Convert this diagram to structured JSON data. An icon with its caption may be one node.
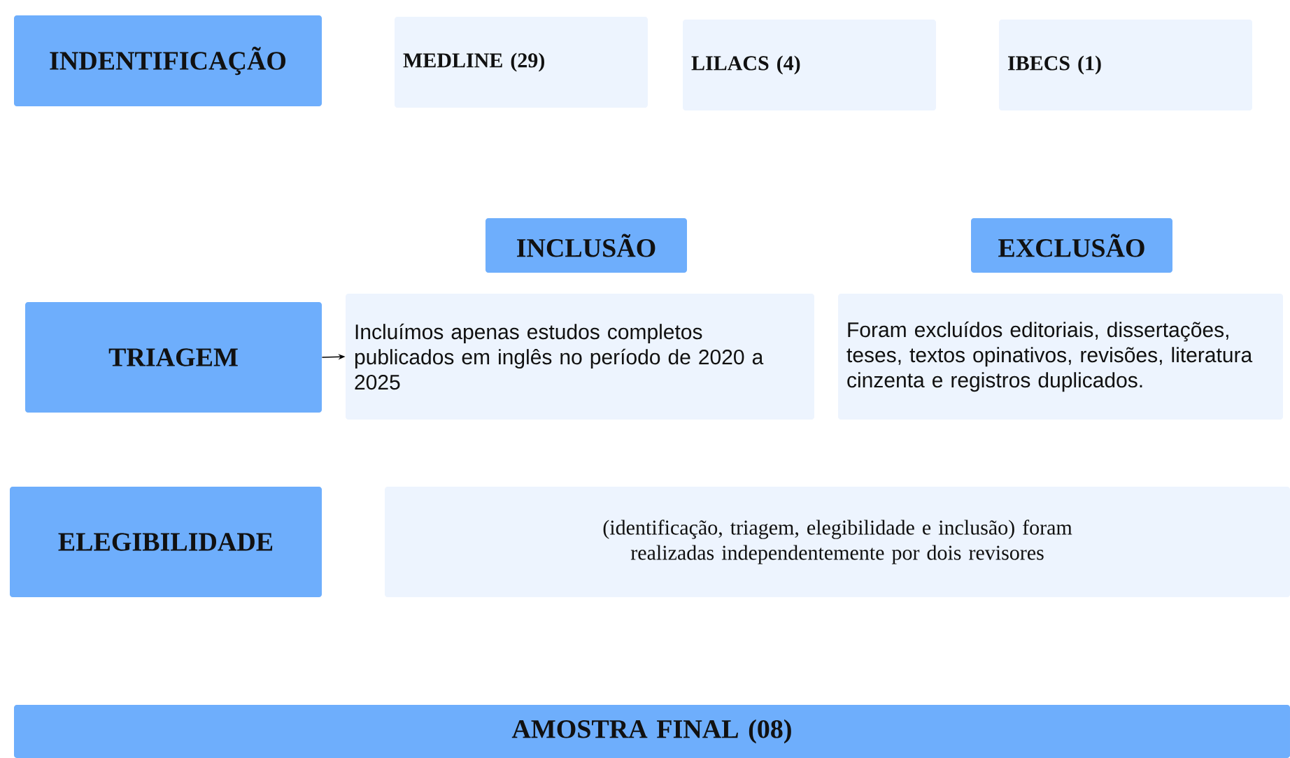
{
  "diagram": {
    "nodes": [
      {
        "text": [
          "INDENTIFICAÇÃO"
        ]
      },
      {
        "text": [
          "MEDLINE (29)"
        ]
      },
      {
        "text": [
          "LILACS (4)"
        ]
      },
      {
        "text": [
          "IBECS (1)"
        ]
      },
      {
        "text": [
          "INCLUSÃO"
        ]
      },
      {
        "text": [
          "EXCLUSÃO"
        ]
      },
      {
        "text": [
          "TRIAGEM"
        ]
      },
      {
        "text": [
          "Incluímos apenas estudos completos publicados em  inglês no período de 2020 a 2025"
        ]
      },
      {
        "text": [
          "Foram excluídos editoriais, dissertações, teses, textos opinativos, revisões, literatura cinzenta e registros duplicados."
        ]
      },
      {
        "text": [
          "ELEGIBILIDADE"
        ]
      },
      {
        "text": [
          "(identificação, triagem, elegibilidade e inclusão) foram realizadas independentemente por dois revisores"
        ]
      },
      {
        "text": [
          "AMOSTRA FINAL (08)"
        ]
      }
    ],
    "edges": [
      {
        "from": 6,
        "to": 7,
        "arrow": "to"
      }
    ]
  }
}
